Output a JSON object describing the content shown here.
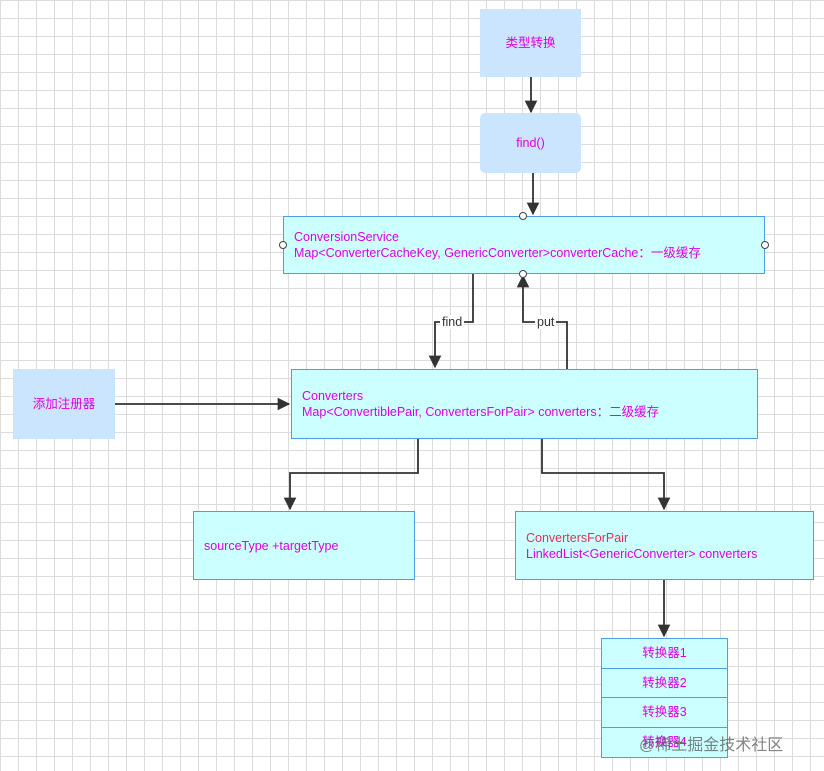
{
  "nodes": {
    "type_conversion": "类型转换",
    "find_call": "find()",
    "conversion_service": {
      "title": "ConversionService",
      "detail": "Map<ConverterCacheKey, GenericConverter>converterCache：一级缓存"
    },
    "add_registrar": "添加注册器",
    "converters": {
      "title": "Converters",
      "detail": "Map<ConvertiblePair, ConvertersForPair> converters：二级缓存"
    },
    "source_target": "sourceType +targetType",
    "converters_for_pair": {
      "title": "ConvertersForPair",
      "detail": "LinkedList<GenericConverter> converters"
    },
    "converter_list": [
      "转换器1",
      "转换器2",
      "转换器3",
      "转换器4"
    ]
  },
  "edges": {
    "find_label": "find",
    "put_label": "put"
  },
  "watermark": "@稀土掘金技术社区",
  "colors": {
    "node_fill_blue": "#cce5ff",
    "node_fill_cyan": "#ccffff",
    "node_border": "#4c9fe6",
    "text_magenta": "#e000e0",
    "text_red": "#e0305a",
    "arrow": "#333333"
  }
}
